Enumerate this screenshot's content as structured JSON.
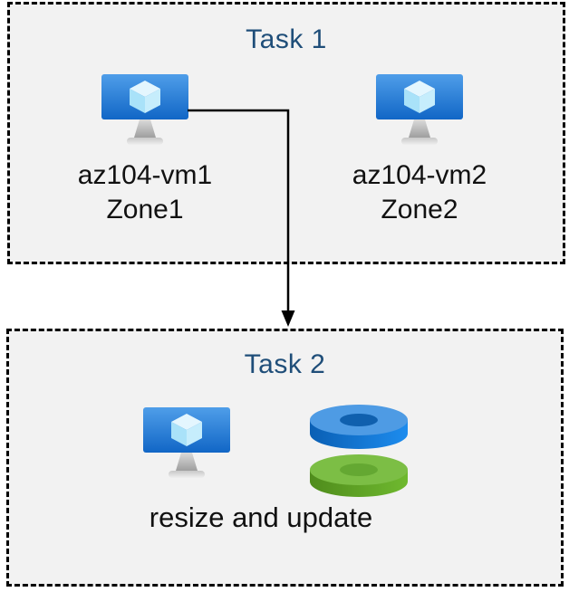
{
  "task1": {
    "title": "Task 1",
    "vms": [
      {
        "name": "az104-vm1",
        "zone": "Zone1"
      },
      {
        "name": "az104-vm2",
        "zone": "Zone2"
      }
    ]
  },
  "task2": {
    "title": "Task 2",
    "caption": "resize and update"
  },
  "icons": {
    "vm": "virtual-machine-icon",
    "disks": "disks-icon",
    "arrow": "flow-arrow"
  },
  "colors": {
    "title_text": "#1F4E79",
    "body_text": "#111111",
    "box_background": "#F2F2F2",
    "box_border": "#000000",
    "vm_screen_top": "#4F9EE9",
    "vm_screen_bottom": "#1166C6",
    "vm_cube_top": "#E4F6FE",
    "vm_cube_left": "#A9E2F9",
    "vm_cube_right": "#C6EDFC",
    "disk_blue_top": "#4E9BE4",
    "disk_blue_side_dark": "#0A5FB4",
    "disk_blue_side_light": "#1D8CEE",
    "disk_blue_hole": "#1060AE",
    "disk_green_top": "#7CBE45",
    "disk_green_side_dark": "#4F8C1C",
    "disk_green_side_light": "#6FB92F",
    "disk_green_hole": "#64A832",
    "arrow": "#000000"
  }
}
